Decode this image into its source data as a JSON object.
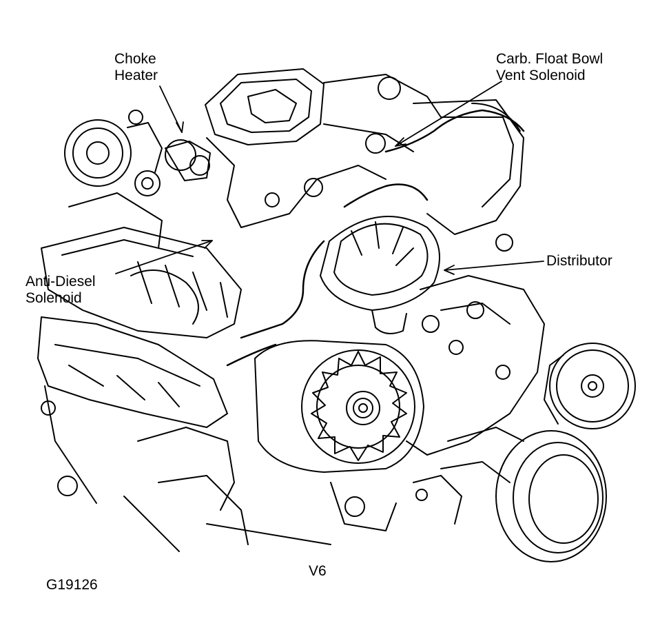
{
  "diagram": {
    "colors": {
      "ink": "#000000",
      "paper": "#ffffff"
    },
    "callouts": {
      "choke_heater": [
        "Choke",
        "Heater"
      ],
      "carb_float_bowl": [
        "Carb. Float Bowl",
        "Vent Solenoid"
      ],
      "anti_diesel": [
        "Anti-Diesel",
        "Solenoid"
      ],
      "distributor": [
        "Distributor"
      ]
    },
    "engine_label": "V6",
    "figure_id": "G19126"
  }
}
